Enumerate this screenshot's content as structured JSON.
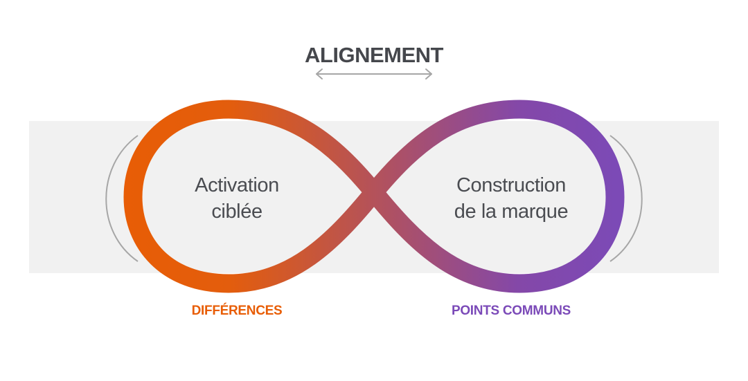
{
  "title": "ALIGNEMENT",
  "left_loop": {
    "line1": "Activation",
    "line2": "ciblée"
  },
  "right_loop": {
    "line1": "Construction",
    "line2": "de la marque"
  },
  "captions": {
    "left": "DIFFÉRENCES",
    "right": "POINTS COMMUNS"
  },
  "colors": {
    "orange": "#e85d05",
    "purple": "#7b4ab8",
    "band": "#f1f1f1",
    "text": "#45474c",
    "arrow": "#a6a6a6"
  },
  "icons": {
    "alignment_arrow": "double-headed-arrow-icon",
    "infinity": "infinity-loop-icon",
    "left_bracket": "left-arc-bracket-icon",
    "right_bracket": "right-arc-bracket-icon"
  }
}
